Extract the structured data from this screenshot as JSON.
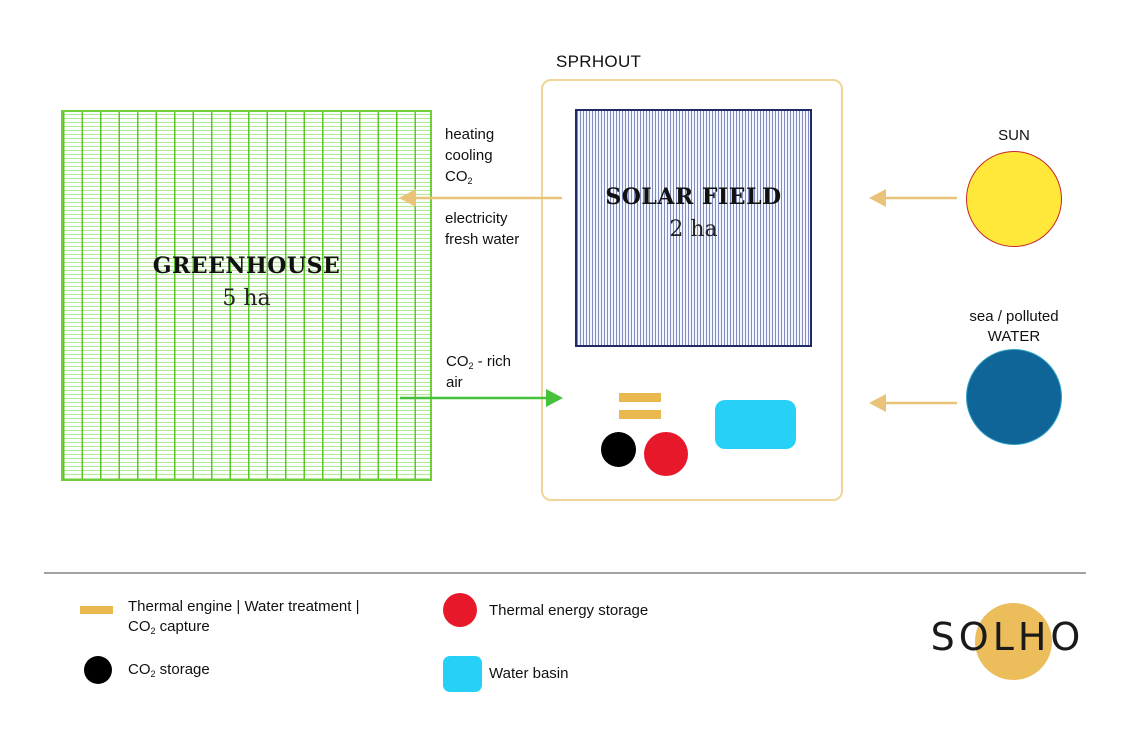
{
  "diagram": {
    "greenhouse": {
      "title": "GREENHOUSE",
      "area": "5 ha"
    },
    "sprhout": {
      "title": "SPRHOUT"
    },
    "solar_field": {
      "title": "SOLAR FIELD",
      "area": "2 ha"
    },
    "outputs_to_greenhouse": {
      "line1": "heating",
      "line2": "cooling",
      "line3_main": "CO",
      "line3_sub": "2",
      "line4": "electricity",
      "line5": "fresh water"
    },
    "input_from_greenhouse": {
      "line1_main": "CO",
      "line1_sub": "2",
      "line1_rest": " - rich",
      "line2": "air"
    },
    "sun": {
      "label": "SUN"
    },
    "water_source": {
      "line1": "sea / polluted",
      "line2": "WATER"
    }
  },
  "legend": {
    "thermal_engine": {
      "line1": "Thermal engine | Water treatment |",
      "line2_main": "CO",
      "line2_sub": "2",
      "line2_rest": " capture"
    },
    "co2_storage": {
      "main": "CO",
      "sub": "2",
      "rest": " storage"
    },
    "thermal_storage": {
      "label": "Thermal energy storage"
    },
    "water_basin": {
      "label": "Water basin"
    }
  },
  "logo": {
    "text": "SOLHO"
  },
  "colors": {
    "greenhouse_green": "#54c223",
    "sprhout_border": "#f0d59a",
    "solar_navy": "#1f2a6b",
    "arrow_gold": "#e9c37a",
    "arrow_green": "#45c13a",
    "sun_yellow": "#ffe83a",
    "sun_border": "#c62828",
    "water_blue": "#0f6597",
    "engine_gold": "#e9b94f",
    "thermal_red": "#e8182b",
    "co2_black": "#000000",
    "basin_cyan": "#27d0f7"
  }
}
